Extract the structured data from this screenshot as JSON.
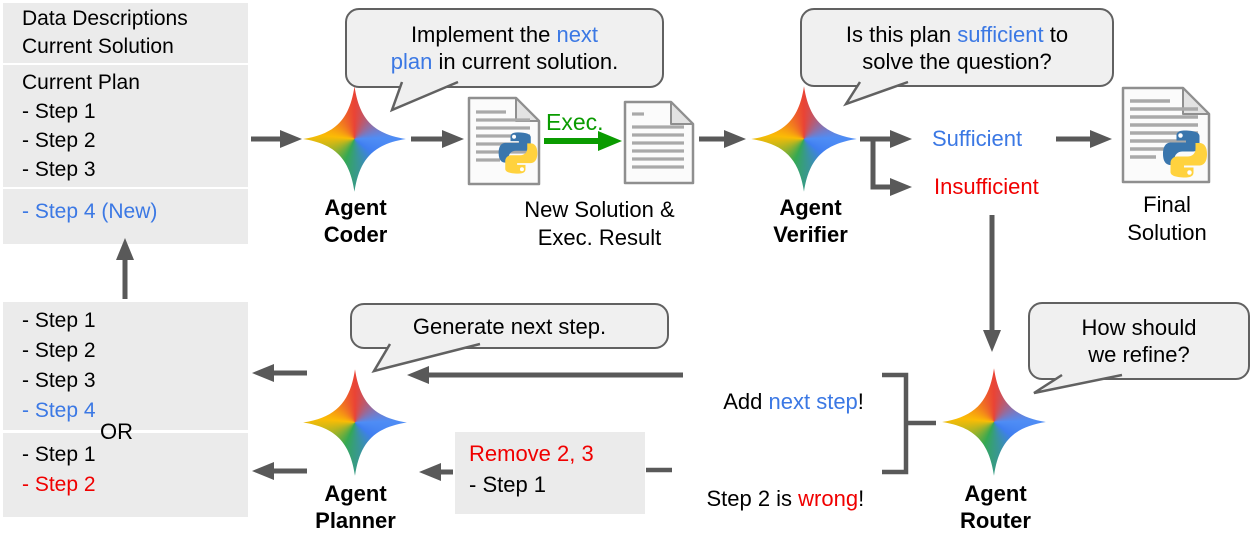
{
  "colors": {
    "accent_blue": "#3b78e4",
    "alert_red": "#f00000",
    "exec_green": "#0a9b00",
    "box_gray": "#ebebeb",
    "arrow_gray": "#595959",
    "star_gradient": [
      "#ea4335",
      "#4285f4",
      "#34a853",
      "#fbbc05"
    ]
  },
  "context_box": {
    "line1": "Data Descriptions",
    "line2": "Current Solution"
  },
  "plan_box": {
    "title": "Current Plan",
    "step1": "- Step 1",
    "step2": "- Step 2",
    "step3": "- Step 3"
  },
  "new_step_box": {
    "label": "- Step 4 (New)"
  },
  "updated_plan_box": {
    "step1": "- Step 1",
    "step2": "- Step 2",
    "step3": "- Step 3",
    "step4": "- Step 4"
  },
  "or_label": "OR",
  "revised_plan_box": {
    "step1": "- Step 1",
    "step2": "- Step 2"
  },
  "remove_box": {
    "line1": "Remove 2, 3",
    "line2": "- Step 1"
  },
  "coder": {
    "title1": "Agent",
    "title2": "Coder",
    "bubble_l1a": "Implement the ",
    "bubble_l1b": "next",
    "bubble_l2a": "plan",
    "bubble_l2b": " in current solution."
  },
  "execution": {
    "exec_label": "Exec.",
    "result_line1": "New Solution &",
    "result_line2": "Exec. Result"
  },
  "verifier": {
    "title1": "Agent",
    "title2": "Verifier",
    "bubble_l1a": "Is this plan ",
    "bubble_l1b": "sufficient",
    "bubble_l1c": " to",
    "bubble_l2": "solve the question?",
    "sufficient": "Sufficient",
    "insufficient": "Insufficient"
  },
  "final_solution": {
    "line1": "Final",
    "line2": "Solution"
  },
  "router": {
    "title1": "Agent",
    "title2": "Router",
    "bubble_l1": "How should",
    "bubble_l2": "we refine?",
    "add_a": "Add ",
    "add_b": "next step",
    "add_c": "!",
    "wrong_a": "Step 2 is ",
    "wrong_b": "wrong",
    "wrong_c": "!"
  },
  "planner": {
    "title1": "Agent",
    "title2": "Planner",
    "bubble": "Generate next step."
  }
}
